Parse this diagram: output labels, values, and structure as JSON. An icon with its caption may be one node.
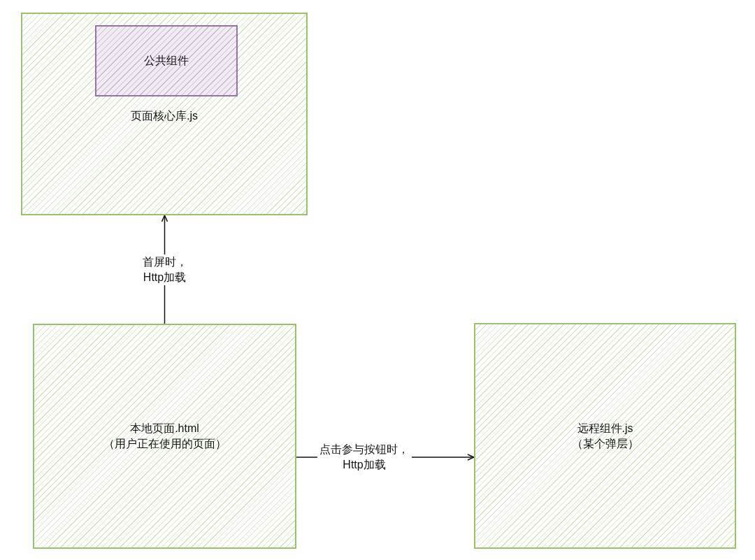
{
  "diagram": {
    "nodes": [
      {
        "text": [
          "页面核心库.js"
        ]
      },
      {
        "text": [
          "公共组件"
        ],
        "in": 0
      },
      {
        "text": [
          "本地页面.html",
          "（用户正在使用的页面）"
        ]
      },
      {
        "text": [
          "远程组件.js",
          "（某个弹层）"
        ]
      }
    ],
    "edges": [
      {
        "from": 2,
        "to": 0,
        "arrow": "to",
        "label": "首屏时，Http加载"
      },
      {
        "from": 2,
        "to": 3,
        "arrow": "to",
        "label": "点击参与按钮时，Http加载"
      }
    ]
  }
}
